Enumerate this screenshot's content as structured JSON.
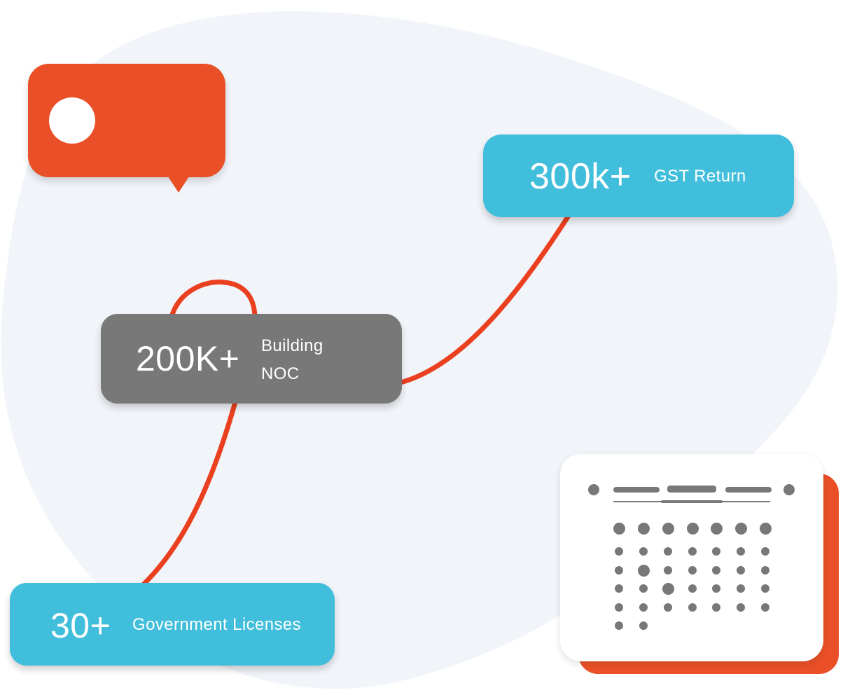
{
  "stats": {
    "gst": {
      "number": "300k+",
      "label": "GST Return"
    },
    "noc": {
      "number": "200K+",
      "label_line1": "Building",
      "label_line2": "NOC"
    },
    "licenses": {
      "number": "30+",
      "label": "Government Licenses"
    }
  },
  "icons": {
    "chat": "chat-bubble-icon",
    "calendar": "calendar-icon"
  },
  "colors": {
    "accent_orange": "#ea5028",
    "card_blue": "#40bedb",
    "card_gray": "#787878",
    "blob_background": "#f1f4f9",
    "connector_red": "#ea4020"
  }
}
